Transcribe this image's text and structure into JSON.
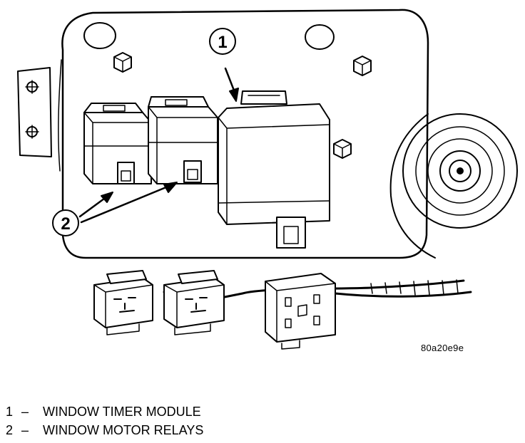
{
  "callouts": [
    {
      "number": "1"
    },
    {
      "number": "2"
    }
  ],
  "figure_code": "80a20e9e",
  "legend": [
    {
      "number": "1",
      "separator": "–",
      "label": "WINDOW TIMER MODULE"
    },
    {
      "number": "2",
      "separator": "–",
      "label": "WINDOW MOTOR RELAYS"
    }
  ]
}
